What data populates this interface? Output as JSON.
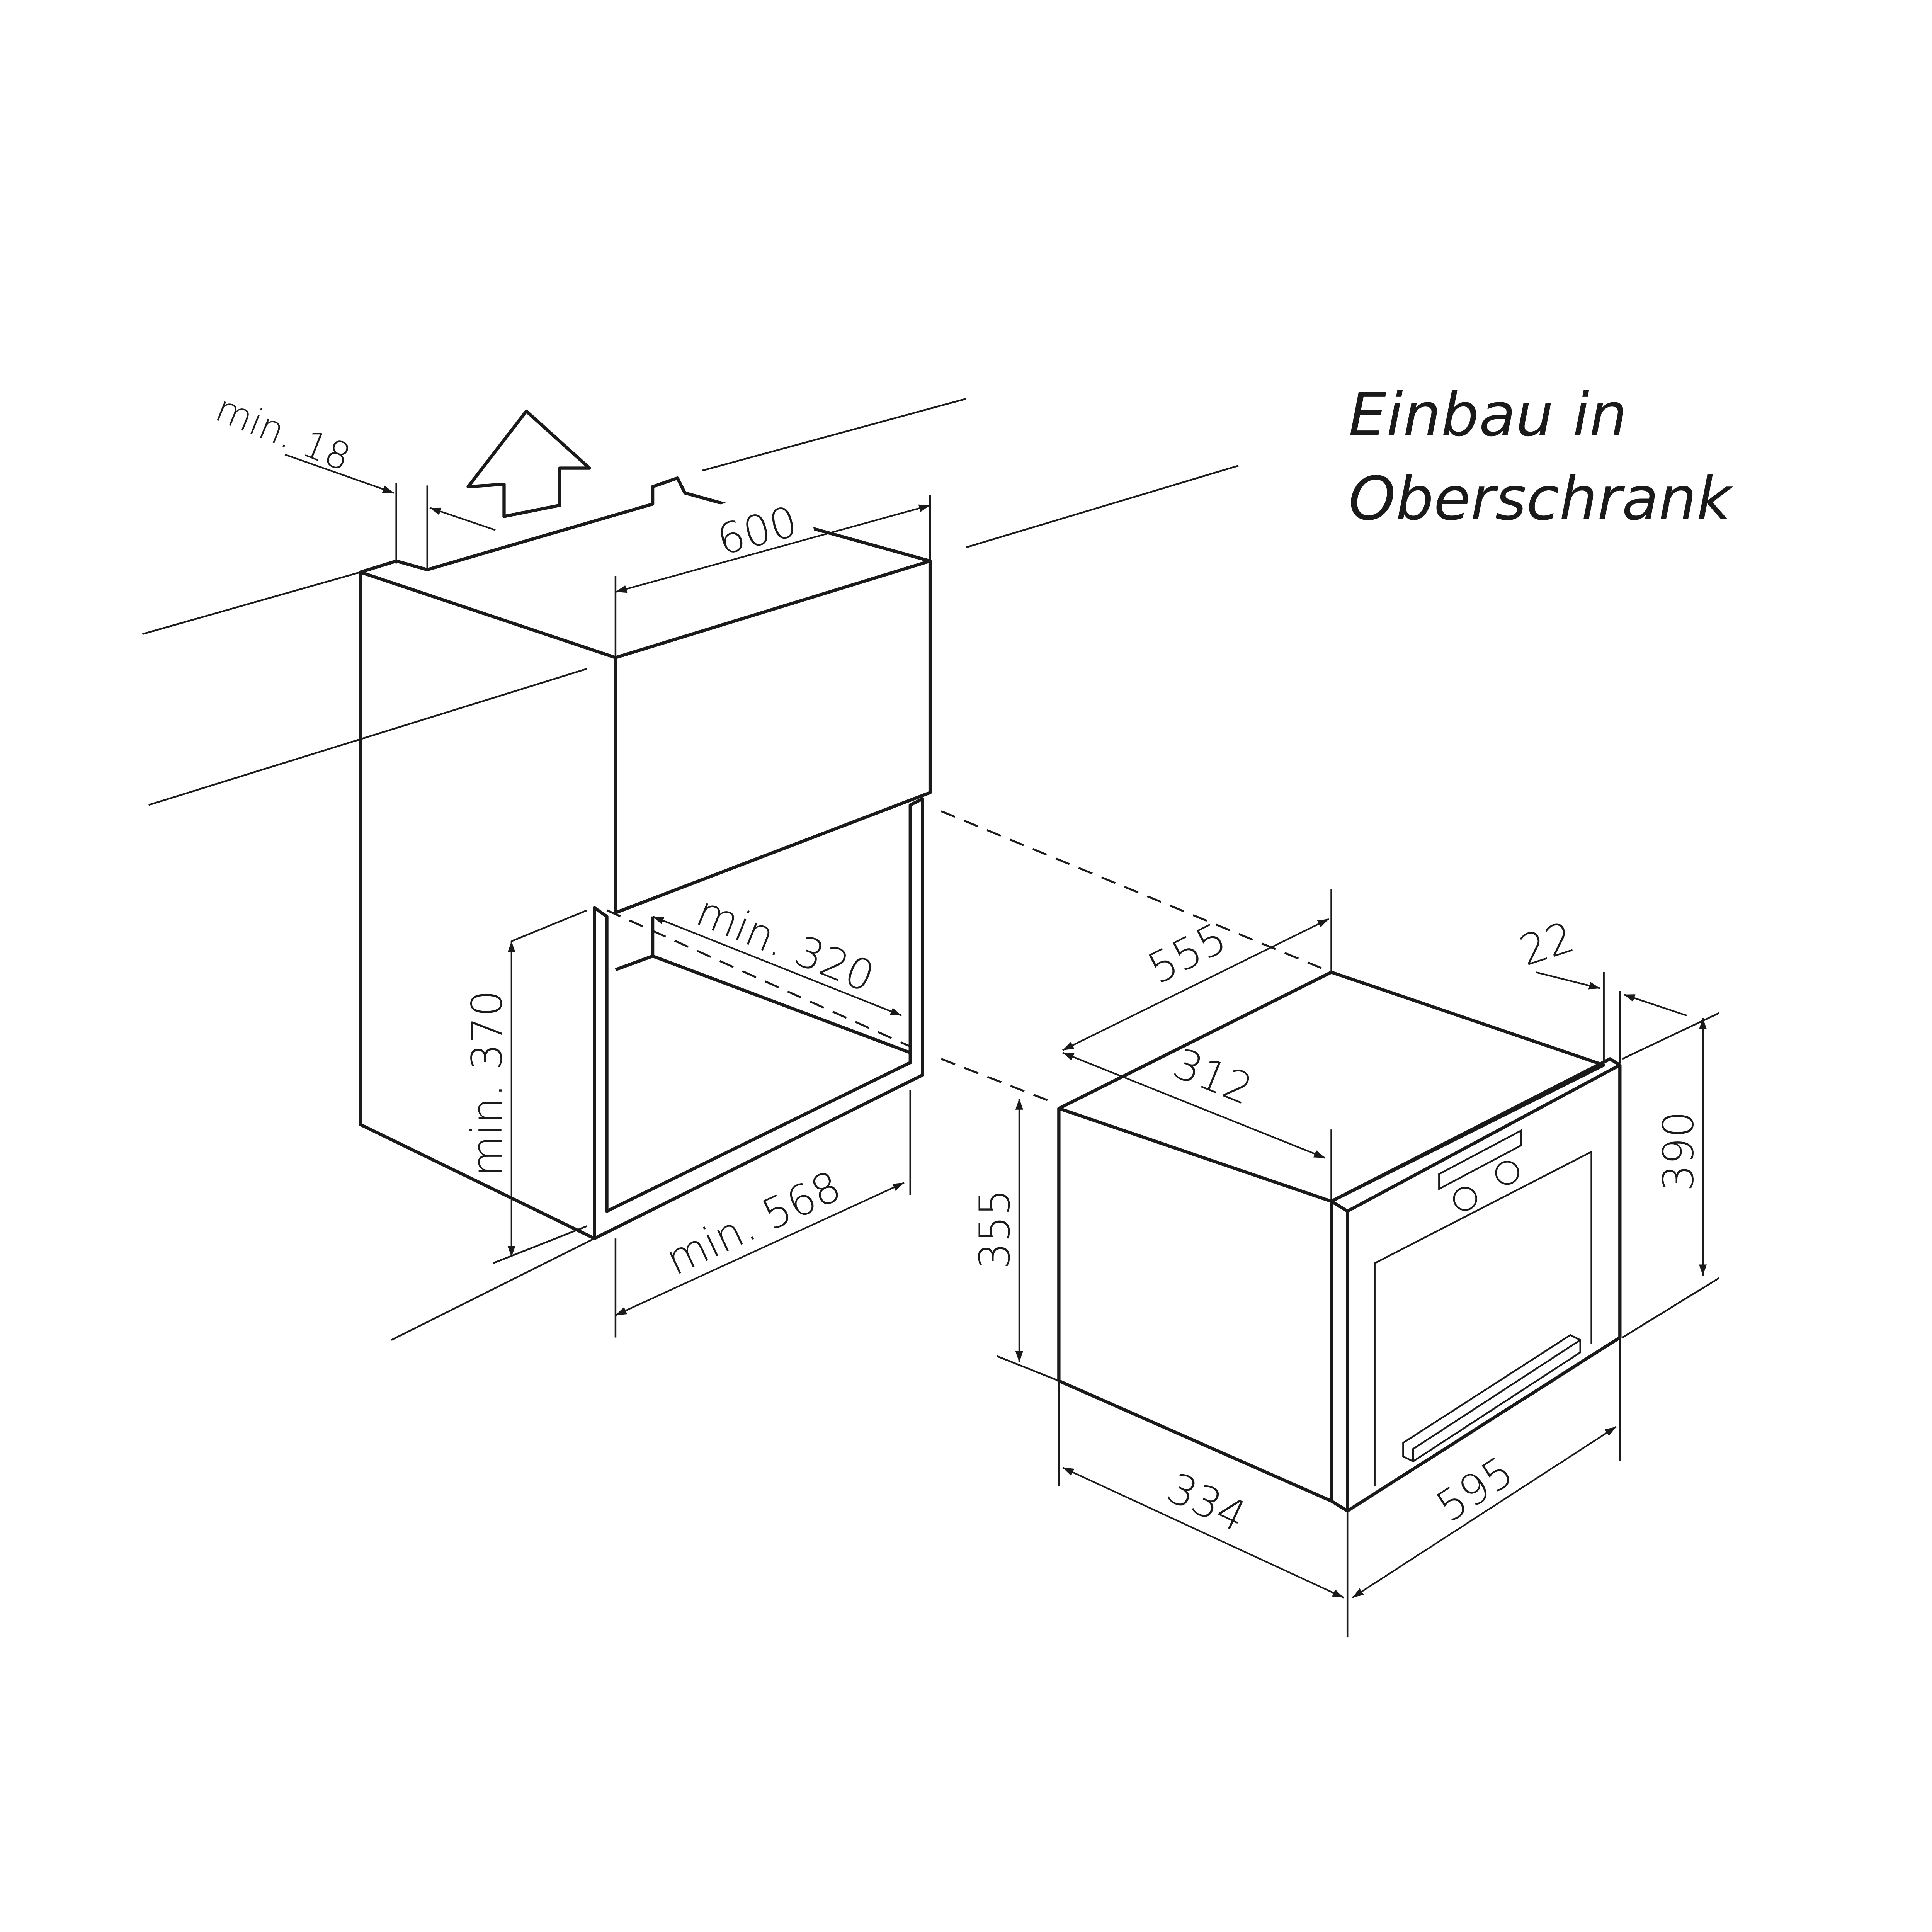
{
  "title": {
    "line1": "Einbau in",
    "line2": "Oberschrank"
  },
  "cabinet_dimensions": {
    "wall_thickness": "min. 18",
    "width": "600",
    "niche_height": "min. 370",
    "niche_depth": "min. 320",
    "niche_width": "min. 568"
  },
  "appliance_dimensions": {
    "body_depth": "555",
    "body_depth_inner": "312",
    "front_panel": "22",
    "front_height": "390",
    "body_height": "355",
    "side_depth": "334",
    "front_width": "595"
  },
  "icons": {
    "airflow": "arrow-up-icon"
  },
  "colors": {
    "line": "#1a1a1a",
    "background": "#ffffff"
  }
}
